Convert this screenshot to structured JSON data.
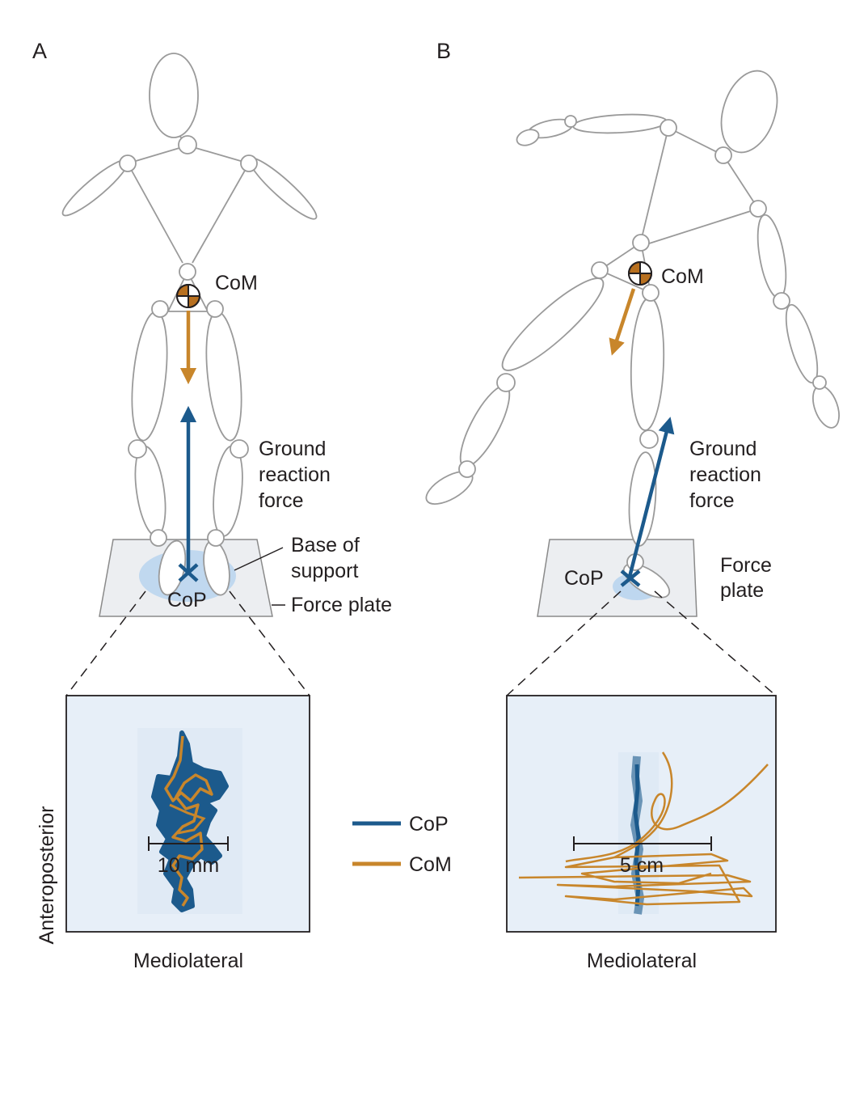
{
  "panels": {
    "a": {
      "label": "A"
    },
    "b": {
      "label": "B"
    }
  },
  "labels": {
    "com": "CoM",
    "cop": "CoP",
    "grf_line1": "Ground",
    "grf_line2": "reaction",
    "grf_line3": "force",
    "bos_line1": "Base of",
    "bos_line2": "support",
    "force_plate": "Force plate",
    "force_plate_b_line1": "Force",
    "force_plate_b_line2": "plate"
  },
  "axes": {
    "vertical": "Anteroposterior",
    "horizontal_a": "Mediolateral",
    "horizontal_b": "Mediolateral"
  },
  "scale_bars": {
    "a": "10 mm",
    "b": "5 cm"
  },
  "legend": [
    {
      "name": "CoP",
      "color": "#1c5a8c"
    },
    {
      "name": "CoM",
      "color": "#c8862b"
    }
  ],
  "colors": {
    "cop": "#1c5a8c",
    "com": "#c8862b",
    "com_marker": "#b8701f",
    "figure_outline": "#9a9a9a",
    "inset_background": "#e7eff8"
  }
}
